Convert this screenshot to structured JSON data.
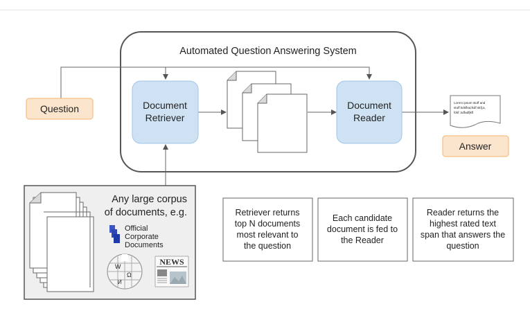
{
  "system": {
    "title": "Automated Question Answering System"
  },
  "question": {
    "label": "Question"
  },
  "retriever": {
    "line1": "Document",
    "line2": "Retriever"
  },
  "reader": {
    "line1": "Document",
    "line2": "Reader"
  },
  "answer": {
    "label": "Answer",
    "snippet": [
      "Lorem ipsum stuff and",
      "stuff kdsflsa;lkdf skfj;a,",
      "fdsf ;sdfadfjkfl"
    ]
  },
  "corpus": {
    "line1": "Any large corpus",
    "line2": "of documents, e.g.",
    "official": [
      "Official",
      "Corporate",
      "Documents"
    ],
    "news": "NEWS"
  },
  "notes": [
    [
      "Retriever returns",
      "top N documents",
      "most relevant to",
      "the question"
    ],
    [
      "Each candidate",
      "document is fed to",
      "the Reader"
    ],
    [
      "Reader returns the",
      "highest rated text",
      "span that answers the",
      "question"
    ]
  ],
  "colors": {
    "module_fill": "#cfe2f3",
    "module_stroke": "#9fc5e8",
    "label_fill": "#fce5cd",
    "label_stroke": "#f6b26b",
    "corpus_fill": "#efefef"
  }
}
